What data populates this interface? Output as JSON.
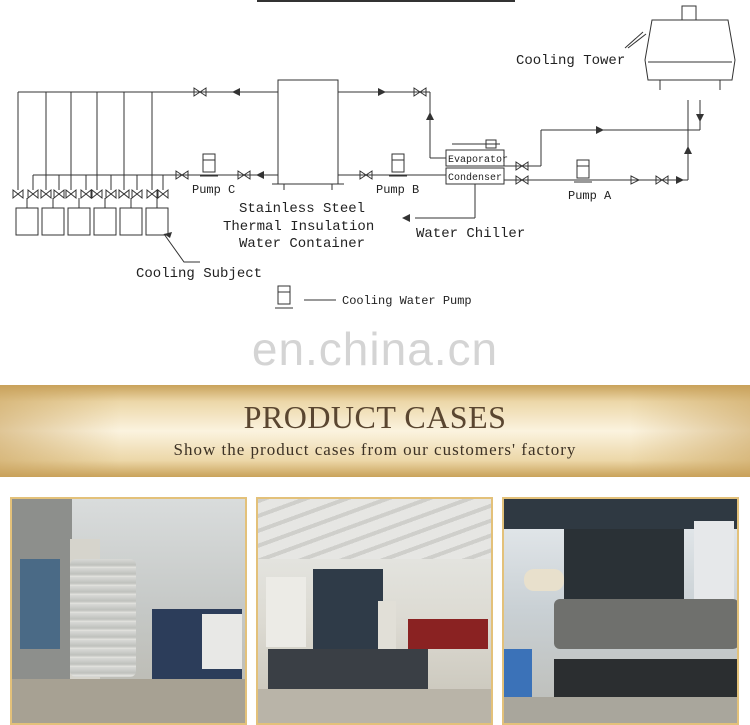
{
  "diagram": {
    "labels": {
      "cooling_tower": "Cooling Tower",
      "evaporator": "Evaporator",
      "condenser": "Condenser",
      "pump_a": "Pump A",
      "pump_b": "Pump B",
      "pump_c": "Pump C",
      "container_line1": "Stainless Steel",
      "container_line2": "Thermal Insulation",
      "container_line3": "Water Container",
      "water_chiller": "Water Chiller",
      "cooling_subject": "Cooling Subject"
    },
    "legend": {
      "label": "Cooling Water Pump",
      "icon": "pump-icon"
    },
    "colors": {
      "line": "#333333"
    }
  },
  "watermark": "en.china.cn",
  "banner": {
    "title": "PRODUCT CASES",
    "subtitle": "Show the product cases from our customers' factory",
    "colors": {
      "gold_dark": "#c9a25a",
      "gold_light": "#fbf3df",
      "title": "#5a4630"
    }
  },
  "photos": [
    {
      "id": "photo-1"
    },
    {
      "id": "photo-2"
    },
    {
      "id": "photo-3"
    }
  ]
}
